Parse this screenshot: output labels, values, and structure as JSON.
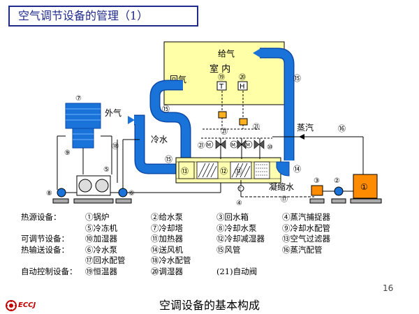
{
  "slide": {
    "title": "空气调节设备的管理（1）",
    "caption": "空调设备的基本构成",
    "page_number": "16",
    "logo_text": "ECCJ"
  },
  "diagram": {
    "room_label": "室 内",
    "supply_air": "给气",
    "return_air": "回气",
    "outside_air": "外气",
    "cold_water": "冷水",
    "steam": "蒸汽",
    "condensate": "凝缩水",
    "sensor_19": "⑲",
    "sensor_20": "⑳",
    "sensor_T": "T",
    "sensor_H": "H",
    "coil_labels": [
      "⑬",
      "⑫",
      "⑪",
      "⑩"
    ],
    "numbers": {
      "n1": "①",
      "n2": "②",
      "n3": "③",
      "n4": "④",
      "n5": "⑤",
      "n6": "⑥",
      "n7": "⑦",
      "n8": "⑧",
      "n9": "⑨",
      "n10": "⑩",
      "n14": "⑭",
      "n15a": "⑮",
      "n15b": "⑮",
      "n15c": "⑮",
      "n16": "⑯",
      "n17": "⑰",
      "n18": "⑱",
      "n21a": "㉑",
      "n21b": "㉑",
      "n21c": "㉑",
      "M": "M",
      "T": "T"
    }
  },
  "legend": [
    {
      "category": "热源设备：",
      "items": [
        "①锅炉",
        "②给水泵",
        "③回水箱",
        "④蒸汽捕捉器"
      ]
    },
    {
      "category": "",
      "items": [
        "⑤冷冻机",
        "⑦冷却塔",
        "⑧冷却水泵",
        "⑨冷却水配管"
      ]
    },
    {
      "category": "可调节设备：",
      "items": [
        "⑩加湿器",
        "⑪加热器",
        "⑫冷却减湿器",
        "⑬空气过滤器"
      ]
    },
    {
      "category": "热输送设备：",
      "items": [
        "⑥冷水泵",
        "⑭送风机",
        "⑮风管",
        "⑯蒸汽配管"
      ]
    },
    {
      "category": "",
      "items": [
        "⑰回水配管",
        "⑱冷水配管",
        "",
        ""
      ]
    },
    {
      "category": "自动控制设备：",
      "items": [
        "⑲恒温器",
        "⑳调湿器",
        "(21)自动阀",
        ""
      ]
    }
  ],
  "colors": {
    "room": "#ffffa8",
    "duct": "#1a73d9",
    "duct_dark": "#0b4aa8",
    "ahu": "#ffffb0",
    "title_border": "#1f2a8c",
    "boiler": "#ff8c00",
    "valve": "#555555",
    "orange_box": "#ffb020"
  }
}
